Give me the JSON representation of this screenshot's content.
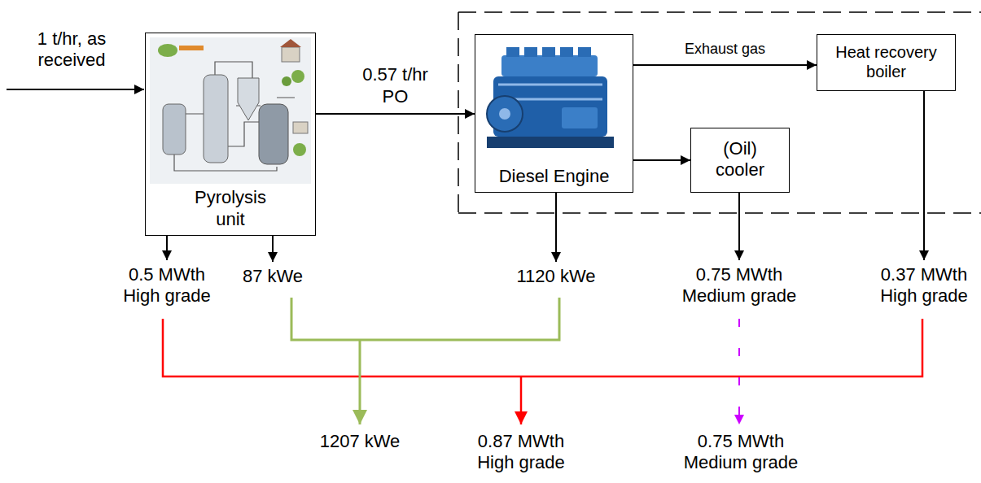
{
  "diagram": {
    "nodes": [
      {
        "text": [
          "Pyrolysis unit"
        ]
      },
      {
        "text": [
          "Diesel Engine"
        ]
      },
      {
        "text": [
          "Heat recovery boiler"
        ]
      },
      {
        "text": [
          "(Oil) cooler"
        ]
      }
    ],
    "edges": [
      {
        "from": 0,
        "to": 1,
        "arrow": "to",
        "label": "0.57 t/hr PO"
      },
      {
        "from": 1,
        "to": 2,
        "arrow": "to",
        "label": "Exhaust gas"
      },
      {
        "from": 1,
        "to": 3,
        "arrow": "to"
      }
    ],
    "labels": [
      "1 t/hr, as received",
      "0.5 MWth High grade",
      "87 kWe",
      "1120 kWe",
      "0.75 MWth Medium grade",
      "0.37 MWth High grade",
      "1207 kWe",
      "0.87 MWth High grade",
      "0.75 MWth Medium grade"
    ]
  }
}
